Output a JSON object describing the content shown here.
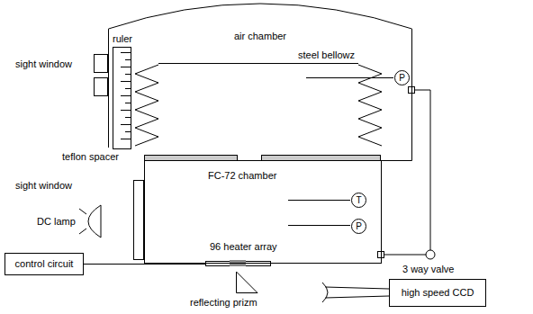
{
  "diagram": {
    "nodes": [
      {
        "text": [
          "air chamber"
        ]
      },
      {
        "text": [
          "P"
        ],
        "in": 0
      },
      {
        "text": [
          "FC-72 chamber"
        ]
      },
      {
        "text": [
          "T"
        ],
        "in": 2
      },
      {
        "text": [
          "P"
        ],
        "in": 2
      },
      {
        "text": [
          "control circuit"
        ]
      },
      {
        "text": [
          "high speed CCD"
        ]
      }
    ],
    "edges": [
      {
        "from": 0,
        "to": 2,
        "arrow": "none"
      }
    ],
    "labels": [
      "ruler",
      "sight window",
      "steel bellowz",
      "teflon spacer",
      "sight window",
      "DC lamp",
      "96 heater array",
      "3 way valve",
      "reflecting prizm"
    ]
  }
}
